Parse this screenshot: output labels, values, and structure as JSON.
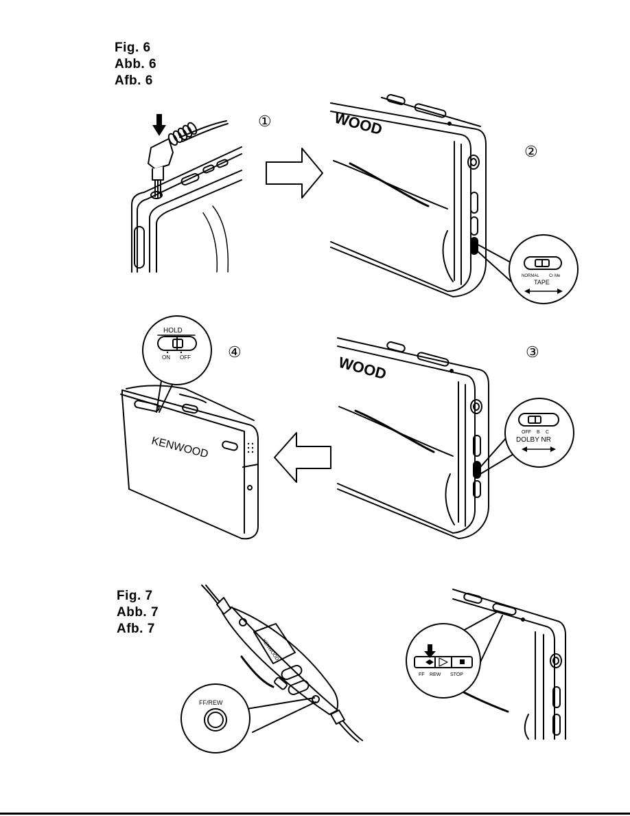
{
  "fig6": {
    "labels": [
      "Fig. 6",
      "Abb. 6",
      "Afb. 6"
    ]
  },
  "fig7": {
    "labels": [
      "Fig. 7",
      "Abb. 7",
      "Afb. 7"
    ]
  },
  "steps": [
    "①",
    "②",
    "③",
    "④"
  ],
  "brand": "KENWOOD",
  "brand_partial": "WOOD",
  "tape_switch": {
    "left": "NORMAL",
    "right": "Cr Me",
    "title": "TAPE"
  },
  "hold_switch": {
    "title": "HOLD",
    "left": "ON",
    "right": "OFF"
  },
  "dolby_switch": {
    "opt_off": "OFF",
    "opt_b": "B",
    "opt_c": "C",
    "title": "DOLBY NR"
  },
  "remote_callout": "FF/REW",
  "transport_callout": {
    "ff": "FF",
    "rew": "REW",
    "stop": "STOP"
  }
}
